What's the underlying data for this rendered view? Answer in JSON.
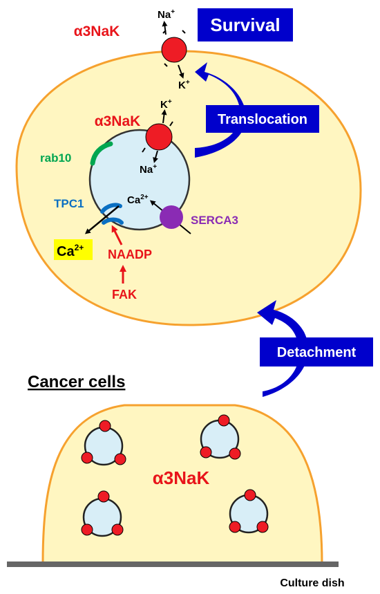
{
  "labels": {
    "survival": "Survival",
    "translocation": "Translocation",
    "detachment": "Detachment",
    "cancer_cells": "Cancer cells",
    "culture_dish": "Culture dish",
    "a3nak_top": "α3NaK",
    "a3nak_vesicle": "α3NaK",
    "a3nak_dish": "α3NaK",
    "na_top": "Na",
    "k_top": "K",
    "k_vesicle": "K",
    "na_vesicle": "Na",
    "ca_vesicle": "Ca",
    "ca_cyto": "Ca",
    "charge_plus": "+",
    "charge_2plus": "2+",
    "rab10": "rab10",
    "tpc1": "TPC1",
    "serca3": "SERCA3",
    "naadp": "NAADP",
    "fak": "FAK"
  },
  "colors": {
    "cell_fill": "#fff6c1",
    "cell_border": "#f6a12e",
    "vesicle_fill": "#d8eef7",
    "pump_red": "#ee1c25",
    "label_red": "#e8141a",
    "banner_blue": "#0000cc",
    "rab10_green": "#00a651",
    "tpc1_blue": "#0a6fc2",
    "serca3_purple": "#8a2bb4",
    "ca_highlight": "#ffff00",
    "dish_gray": "#666666"
  }
}
